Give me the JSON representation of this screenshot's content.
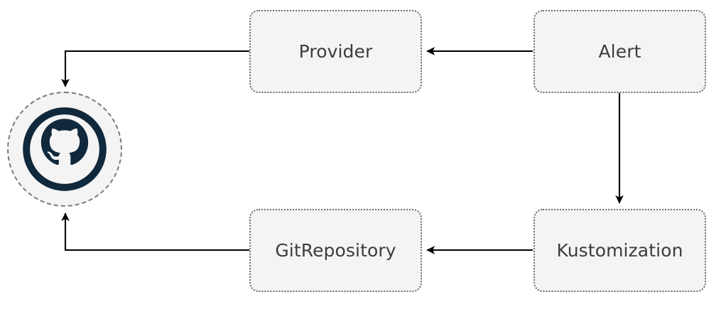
{
  "diagram": {
    "type": "flux-resource-graph",
    "background_color": "#ffffff",
    "node_fill_color": "#f4f4f4",
    "node_border_color": "#6d6d6d",
    "edge_color": "#000000",
    "logo_color": "#10283c",
    "label_color": "#3c3c3c",
    "nodes": [
      {
        "id": "github",
        "shape": "circle",
        "icon": "github-octocat-icon",
        "label": "",
        "border_style": "dashed"
      },
      {
        "id": "provider",
        "shape": "rounded-rect",
        "label": "Provider",
        "border_style": "dotted"
      },
      {
        "id": "alert",
        "shape": "rounded-rect",
        "label": "Alert",
        "border_style": "dotted"
      },
      {
        "id": "gitrepository",
        "shape": "rounded-rect",
        "label": "GitRepository",
        "border_style": "dotted"
      },
      {
        "id": "kustomization",
        "shape": "rounded-rect",
        "label": "Kustomization",
        "border_style": "dotted"
      }
    ],
    "edges": [
      {
        "id": "alert-to-provider",
        "from": "alert",
        "to": "provider",
        "label": ""
      },
      {
        "id": "provider-to-github",
        "from": "provider",
        "to": "github",
        "label": ""
      },
      {
        "id": "alert-to-kustomization",
        "from": "alert",
        "to": "kustomization",
        "label": ""
      },
      {
        "id": "kustomization-to-gitrepo",
        "from": "kustomization",
        "to": "gitrepository",
        "label": ""
      },
      {
        "id": "gitrepo-to-github",
        "from": "gitrepository",
        "to": "github",
        "label": ""
      }
    ]
  }
}
